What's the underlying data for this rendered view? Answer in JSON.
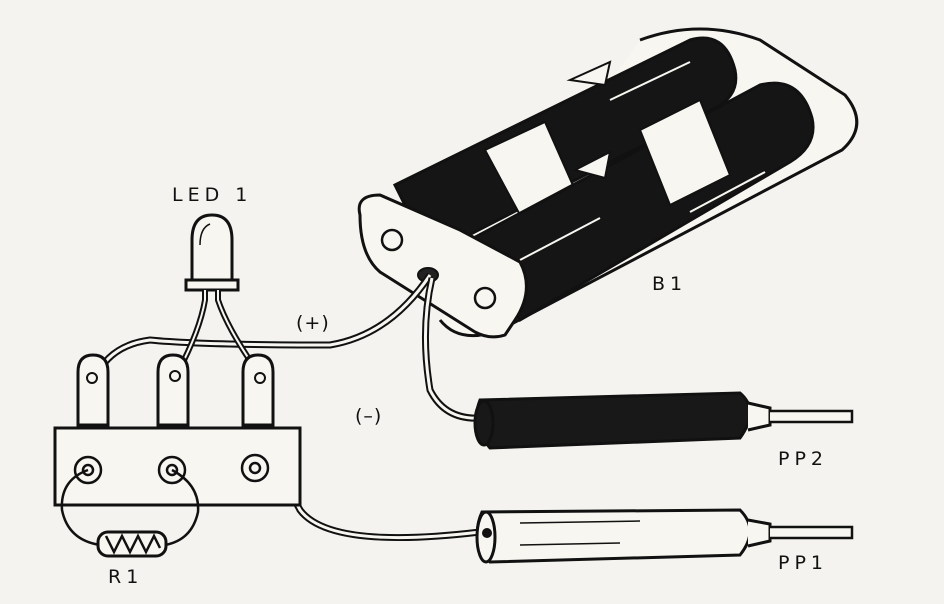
{
  "labels": {
    "led": "LED 1",
    "battery": "B1",
    "plus": "(+)",
    "minus": "(–)",
    "probe2": "PP2",
    "probe1": "PP1",
    "resistor": "R1"
  },
  "colors": {
    "ink": "#111111",
    "paper": "#f4f3ef",
    "battery_body": "#151515",
    "probe2_body": "#181818",
    "light_fill": "#f7f6f1"
  }
}
